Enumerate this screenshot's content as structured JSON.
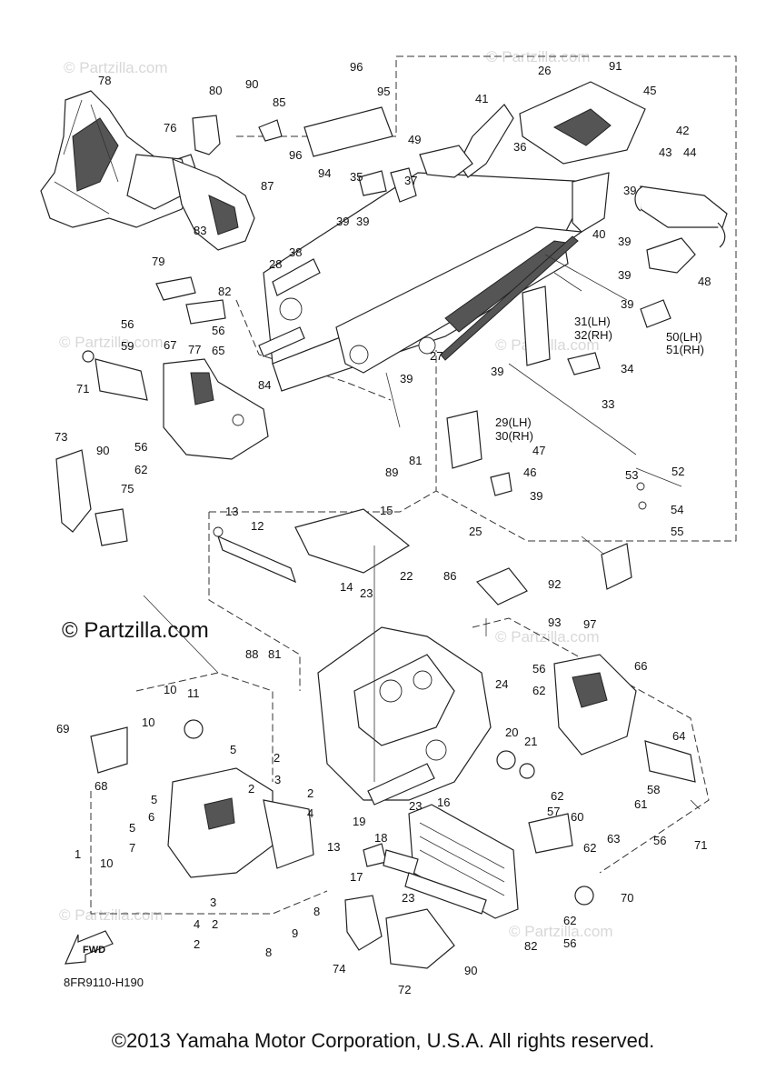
{
  "diagram_code": "8FR9110-H190",
  "copyright": "©2013 Yamaha Motor Corporation, U.S.A. All rights reserved.",
  "watermark_main": "© Partzilla.com",
  "watermark_faint": "© Partzilla.com",
  "fwd_label": "FWD",
  "callouts": {
    "c1": "1",
    "c2a": "2",
    "c2b": "2",
    "c2c": "2",
    "c2d": "2",
    "c2e": "2",
    "c2f": "2",
    "c3a": "3",
    "c3b": "3",
    "c4a": "4",
    "c4b": "4",
    "c5a": "5",
    "c5b": "5",
    "c5c": "5",
    "c6": "6",
    "c7": "7",
    "c8a": "8",
    "c8b": "8",
    "c9": "9",
    "c10a": "10",
    "c10b": "10",
    "c10c": "10",
    "c11": "11",
    "c12": "12",
    "c13a": "13",
    "c13b": "13",
    "c14": "14",
    "c15": "15",
    "c16": "16",
    "c17": "17",
    "c18": "18",
    "c19": "19",
    "c20": "20",
    "c21": "21",
    "c22": "22",
    "c23a": "23",
    "c23b": "23",
    "c23c": "23",
    "c24": "24",
    "c25": "25",
    "c26": "26",
    "c27": "27",
    "c28": "28",
    "c29": "29(LH)",
    "c30": "30(RH)",
    "c31": "31(LH)",
    "c32": "32(RH)",
    "c33": "33",
    "c34": "34",
    "c35": "35",
    "c36": "36",
    "c37": "37",
    "c38": "38",
    "c39a": "39",
    "c39b": "39",
    "c39c": "39",
    "c39d": "39",
    "c39e": "39",
    "c39f": "39",
    "c39g": "39",
    "c39h": "39",
    "c39i": "39",
    "c40": "40",
    "c41": "41",
    "c42": "42",
    "c43": "43",
    "c44": "44",
    "c45": "45",
    "c46": "46",
    "c47": "47",
    "c48": "48",
    "c49": "49",
    "c50": "50(LH)",
    "c51": "51(RH)",
    "c52": "52",
    "c53": "53",
    "c54": "54",
    "c55": "55",
    "c56a": "56",
    "c56b": "56",
    "c56c": "56",
    "c56d": "56",
    "c56e": "56",
    "c56f": "56",
    "c57": "57",
    "c58": "58",
    "c59": "59",
    "c60": "60",
    "c61": "61",
    "c62a": "62",
    "c62b": "62",
    "c62c": "62",
    "c62d": "62",
    "c62e": "62",
    "c63": "63",
    "c64": "64",
    "c65": "65",
    "c66": "66",
    "c67": "67",
    "c68": "68",
    "c69": "69",
    "c70": "70",
    "c71a": "71",
    "c71b": "71",
    "c72": "72",
    "c73": "73",
    "c74": "74",
    "c75": "75",
    "c76": "76",
    "c77": "77",
    "c78": "78",
    "c79": "79",
    "c80": "80",
    "c81a": "81",
    "c81b": "81",
    "c82a": "82",
    "c82b": "82",
    "c83": "83",
    "c84": "84",
    "c85": "85",
    "c86": "86",
    "c87": "87",
    "c88": "88",
    "c89": "89",
    "c90a": "90",
    "c90b": "90",
    "c90c": "90",
    "c91": "91",
    "c92": "92",
    "c93": "93",
    "c94": "94",
    "c95": "95",
    "c96a": "96",
    "c96b": "96",
    "c97": "97"
  }
}
